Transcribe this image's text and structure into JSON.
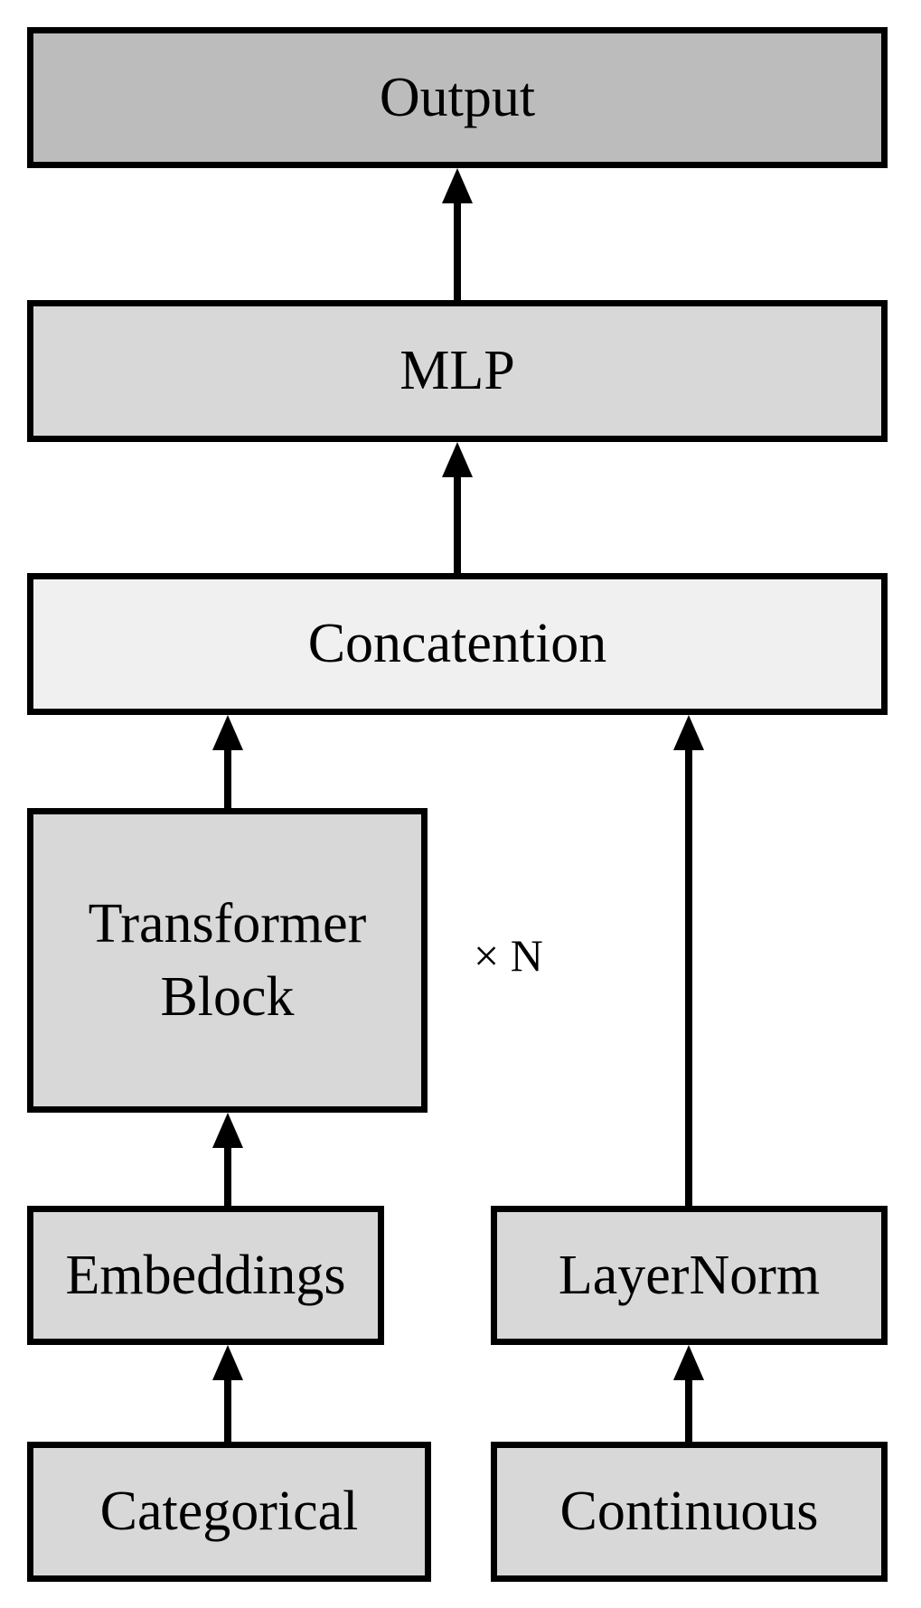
{
  "diagram": {
    "type": "architecture-flowchart",
    "nodes": {
      "output": {
        "label": "Output"
      },
      "mlp": {
        "label": "MLP"
      },
      "concatenation": {
        "label": "Concatention"
      },
      "transformer_block": {
        "label": "Transformer Block"
      },
      "embeddings": {
        "label": "Embeddings"
      },
      "layernorm": {
        "label": "LayerNorm"
      },
      "categorical": {
        "label": "Categorical"
      },
      "continuous": {
        "label": "Continuous"
      },
      "repeat_annotation": {
        "label": "× N"
      }
    },
    "edges": [
      {
        "from": "mlp",
        "to": "output"
      },
      {
        "from": "concatenation",
        "to": "mlp"
      },
      {
        "from": "transformer_block",
        "to": "concatenation"
      },
      {
        "from": "layernorm",
        "to": "concatenation"
      },
      {
        "from": "embeddings",
        "to": "transformer_block"
      },
      {
        "from": "categorical",
        "to": "embeddings"
      },
      {
        "from": "continuous",
        "to": "layernorm"
      }
    ],
    "colors": {
      "output_fill": "#bcbcbc",
      "node_fill": "#d8d8d8",
      "concatenation_fill": "#f0f0f0",
      "border": "#000000",
      "text": "#000000",
      "background": "#ffffff"
    }
  }
}
